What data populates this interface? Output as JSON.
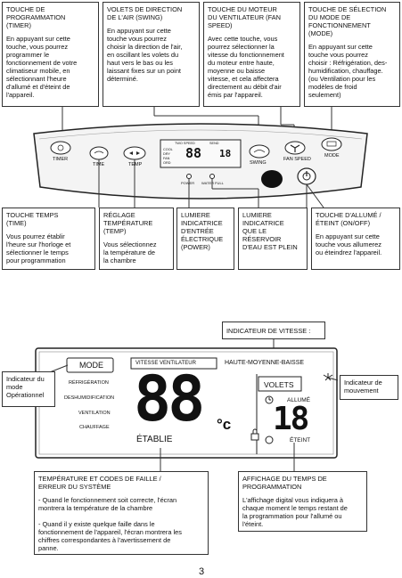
{
  "top_boxes": [
    {
      "title": "TOUCHE DE\nPROGRAMMATION\n(TIMER)",
      "body": "En appuyant sur cette\ntouche, vous pourrez\nprogrammer le\nfonctionnement de votre\nclimatiseur mobile, en\nsélectionnant l'heure\nd'allumé et d'éteint de\nl'appareil."
    },
    {
      "title": "VOLETS DE DIRECTION\nDE L'AIR (SWING)",
      "body": "En appuyant sur cette\ntouche vous pourrez\nchoisir la direction de l'air,\nen oscillant les volets du\nhaut vers le bas ou les\nlaissant fixes sur un point\ndéterminé."
    },
    {
      "title": "TOUCHE DU MOTEUR\nDU VENTILATEUR (FAN\nSPEED)",
      "body": "Avec cette touche, vous\npourrez sélectionner la\nvitesse du fonctionnement\ndu moteur entre haute,\nmoyenne ou baisse\nvitesse, et cela affectera\ndirectement au débit d'air\némis par l'appareil."
    },
    {
      "title": "TOUCHE DE SÉLECTION\nDU MODE DE\nFONCTIONNEMENT\n(MODE)",
      "body": "En appuyant sur cette\ntouche vous pourrez\nchoisir : Réfrigération, des-\nhumidification, chauffage.\n(ou Ventilation pour les\nmodèles de froid\nseulement)"
    }
  ],
  "panel": {
    "buttons": [
      "TIMER",
      "TIME",
      "TEMP",
      "SWING",
      "FAN SPEED",
      "MODE"
    ],
    "screen_tags": [
      "TWO SPEED",
      "SEND",
      "COOL",
      "DRY",
      "FAN",
      "ORD"
    ],
    "screen_digits": "88",
    "screen_small_digits": "18",
    "indicators": [
      "POWER",
      "WATER FULL"
    ]
  },
  "middle_boxes": [
    {
      "title": "TOUCHE TEMPS\n(TIME)",
      "body": "Vous pourrez établir\nl'heure sur l'horloge et\nsélectionner le temps\npour programmation"
    },
    {
      "title": "RÉGLAGE\nTEMPÉRATURE\n(TEMP)",
      "body": "Vous sélectionnez\nla température de\nla chambre"
    },
    {
      "title": "LUMIERE\nINDICATRICE\nD'ENTRÉE\nÉLECTRIQUE\n(POWER)",
      "body": ""
    },
    {
      "title": "LUMIERE\nINDICATRICE\nQUE LE\nRÉSERVOIR\nD'EAU EST PLEIN",
      "body": ""
    },
    {
      "title": "TOUCHE  D'ALLUMÉ /\nÉTEINT (ON/OFF)",
      "body": "En appuyant sur cette\ntouche vous allumerez\nou éteindrez l'appareil."
    }
  ],
  "display": {
    "speed_indicator_label": "INDICATEUR DE VITESSE :",
    "mode_label": "MODE",
    "vitesse_label": "VITESSE VENTILATEUR",
    "speeds": "HAUTE-MOYENNE-BAISSE",
    "modes": [
      "RÉFRIGÉRATION",
      "DESHUMIDIFICATION",
      "VENTILATION",
      "CHAUFFAGE"
    ],
    "big_digits": "88",
    "unit": "°c",
    "etablie": "ÉTABLIE",
    "volets": "VOLETS",
    "allume": "ALLUMÉ",
    "eteint": "ÉTEINT",
    "timer_digits": "18",
    "mode_indicator": "Indicateur du\nmode\nOpérationnel",
    "movement_indicator": "Indicateur de\nmouvement"
  },
  "bottom_boxes": [
    {
      "title": "TEMPÉRATURE ET CODES DE FAILLE /\nERREUR DU SYSTÈME",
      "body": "- Quand le fonctionnement  soit correcte, l'écran\nmontrera la température de la chambre\n\n- Quand il y existe quelque faille dans le\nfonctionnement de l'appareil, l'écran montrera les\nchiffres correspondantes à l'avertissement de\npanne."
    },
    {
      "title": "AFFICHAGE DU TEMPS DE\nPROGRAMMATION",
      "body": "L'affichage digital vous indiquera  à\nchaque moment le temps restant de\nla programmation pour l'allumé ou\nl'éteint."
    }
  ],
  "page_number": "3"
}
